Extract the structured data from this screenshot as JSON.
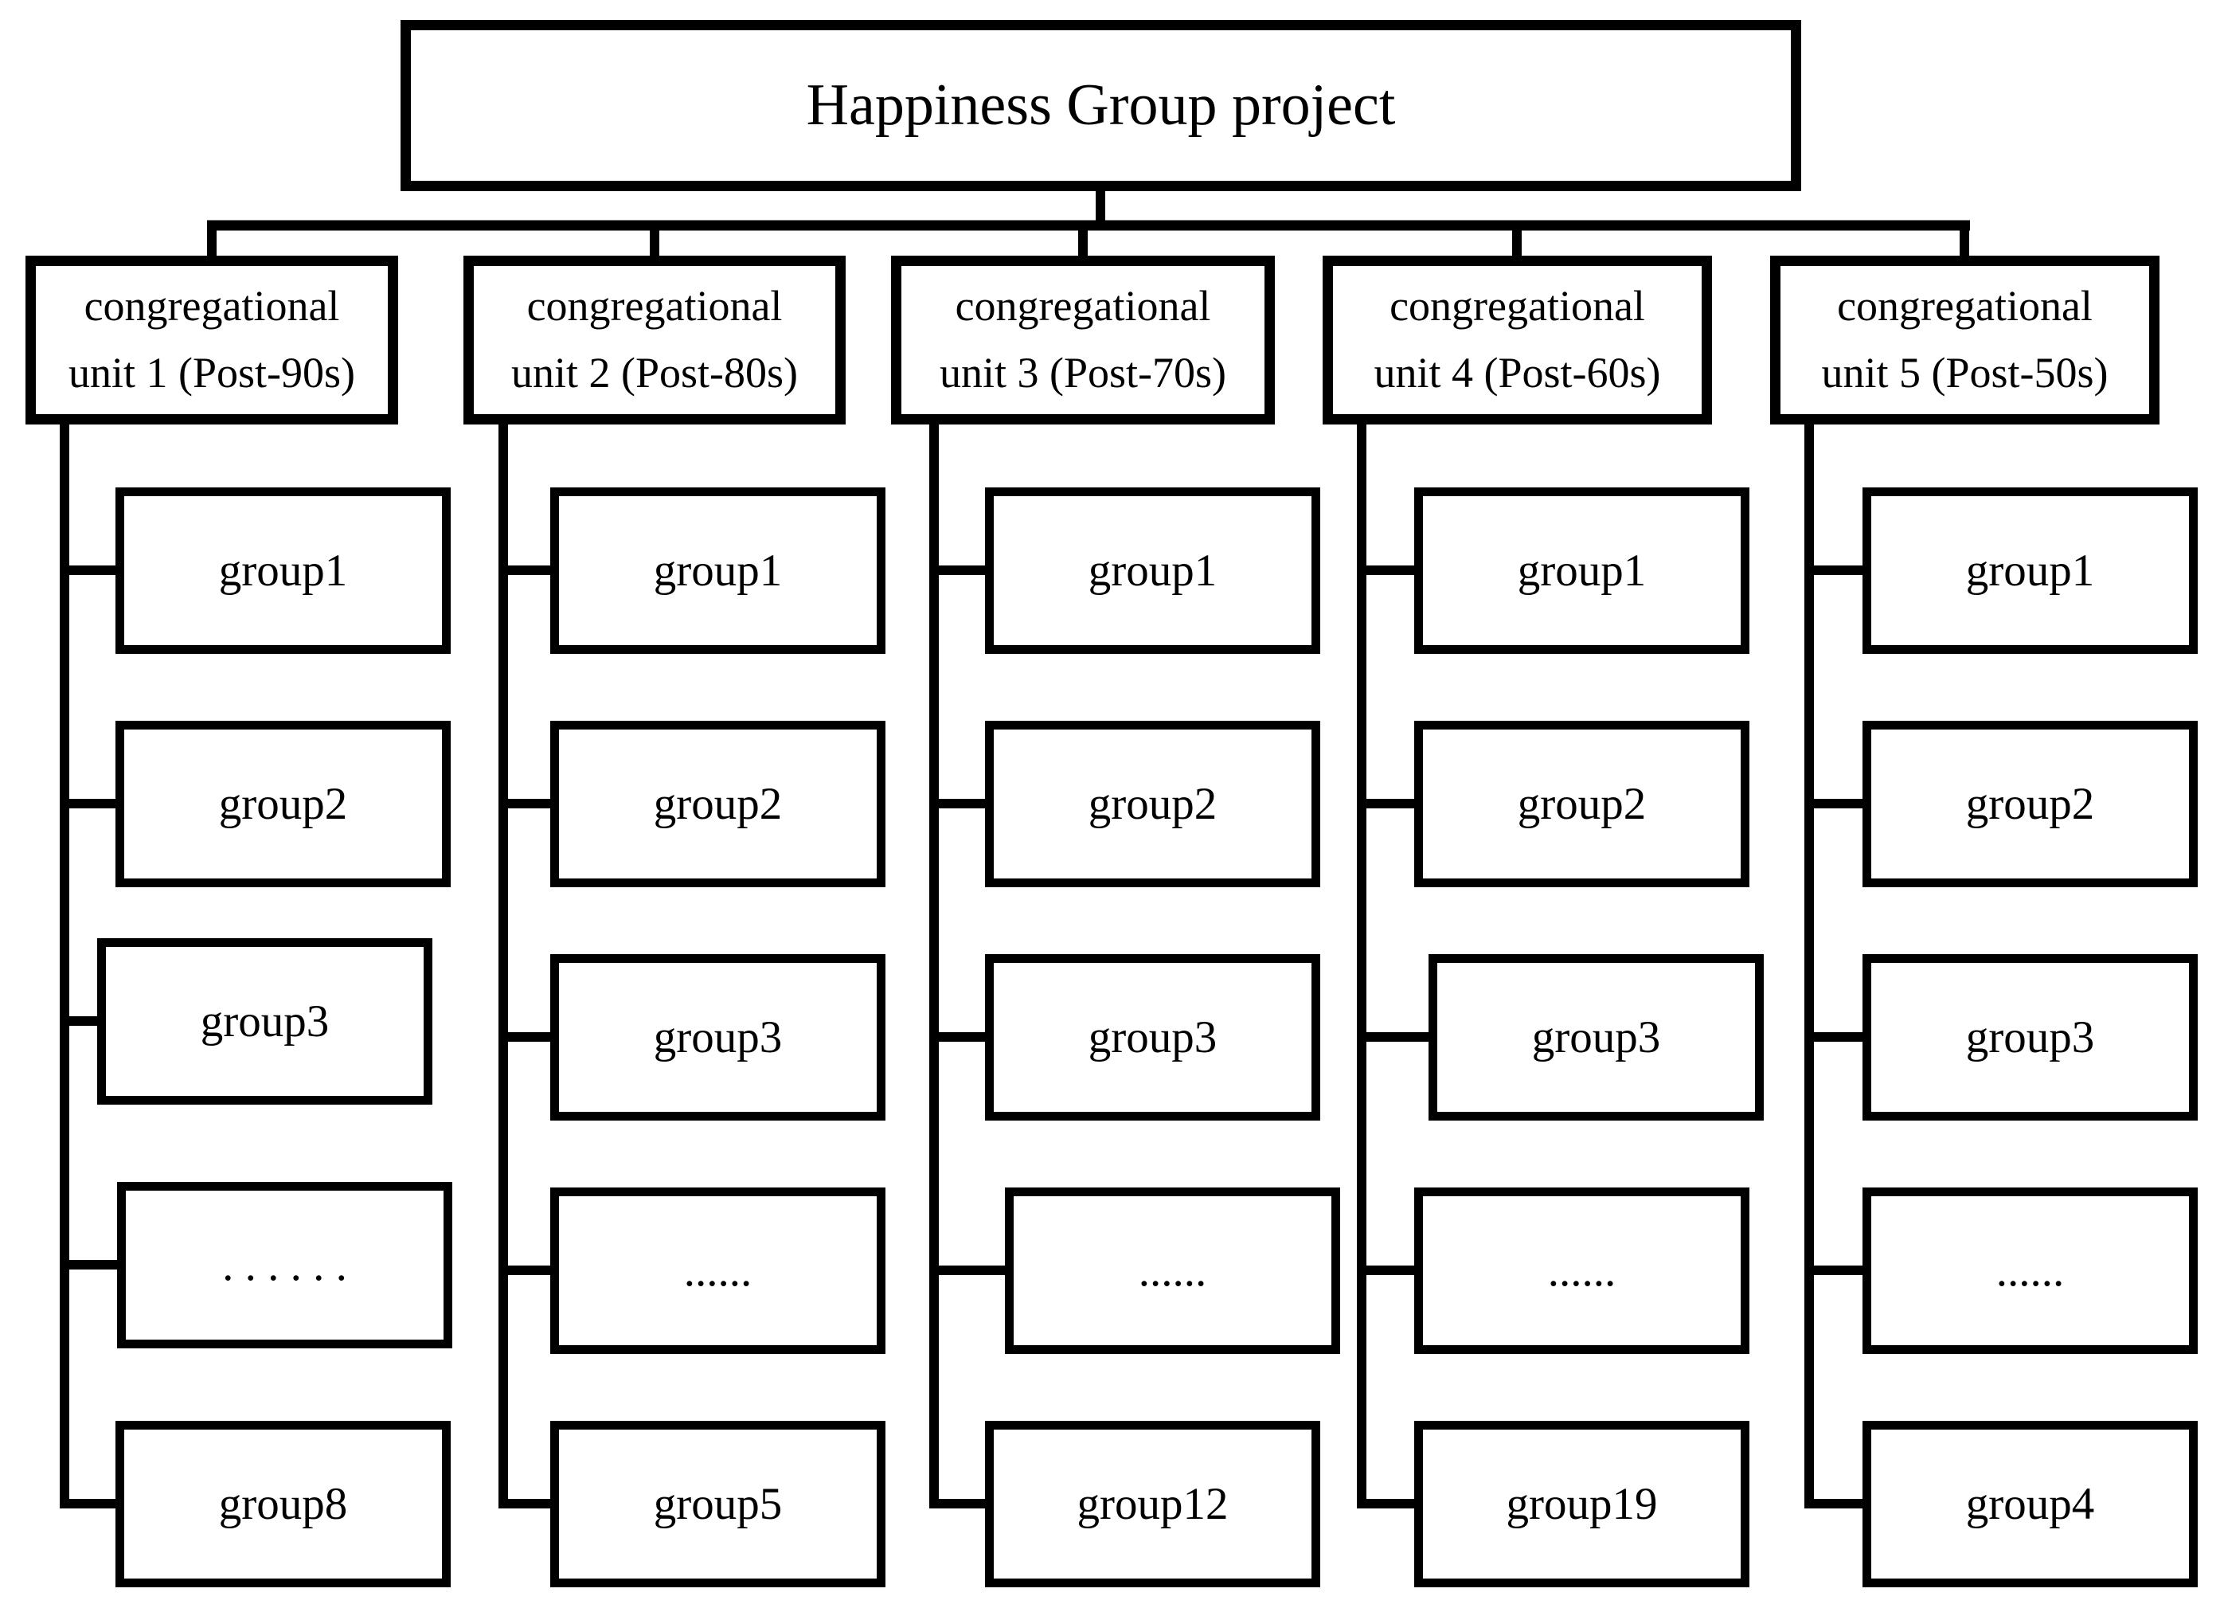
{
  "diagram": {
    "title": "Happiness Group project",
    "units": [
      {
        "line1": "congregational",
        "line2": "unit 1 (Post-90s)",
        "groups": [
          "group1",
          "group2",
          "group3",
          ". . . . . .",
          "group8"
        ]
      },
      {
        "line1": "congregational",
        "line2": "unit 2 (Post-80s)",
        "groups": [
          "group1",
          "group2",
          "group3",
          "......",
          "group5"
        ]
      },
      {
        "line1": "congregational",
        "line2": "unit 3 (Post-70s)",
        "groups": [
          "group1",
          "group2",
          "group3",
          "......",
          "group12"
        ]
      },
      {
        "line1": "congregational",
        "line2": "unit 4 (Post-60s)",
        "groups": [
          "group1",
          "group2",
          "group3",
          "......",
          "group19"
        ]
      },
      {
        "line1": "congregational",
        "line2": "unit 5 (Post-50s)",
        "groups": [
          "group1",
          "group2",
          "group3",
          "......",
          "group4"
        ]
      }
    ],
    "colors": {
      "ink": "#000000",
      "background": "#ffffff"
    }
  }
}
